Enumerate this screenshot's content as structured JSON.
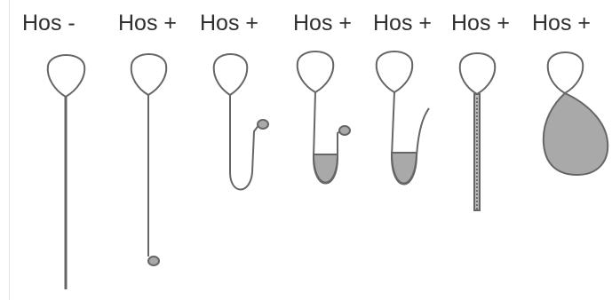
{
  "labels": [
    "Hos -",
    "Hos +",
    "Hos +",
    "Hos +",
    "Hos +",
    "Hos +",
    "Hos +"
  ],
  "colors": {
    "stroke": "#666666",
    "fill": "#a9a9a9",
    "text": "#2f2f2f"
  }
}
